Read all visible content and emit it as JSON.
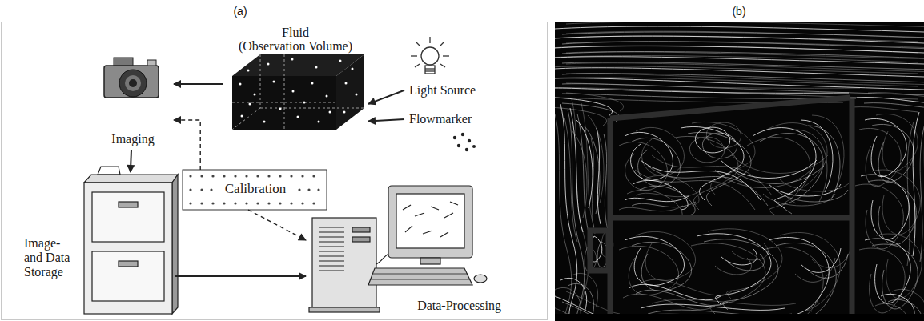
{
  "diagram": {
    "nodes": [
      {
        "text": [
          "Fluid",
          "(Observation Volume)"
        ]
      },
      {
        "text": [
          "Light Source"
        ]
      },
      {
        "text": [
          "Flowmarker"
        ]
      },
      {
        "text": [
          "Imaging"
        ]
      },
      {
        "text": [
          "Calibration"
        ]
      },
      {
        "text": [
          "Image- and Data Storage"
        ]
      },
      {
        "text": [
          "Data-Processing"
        ]
      }
    ],
    "edges": [
      {
        "from": 0,
        "to": 3,
        "arrow": "to"
      },
      {
        "from": 3,
        "to": 5,
        "arrow": "to"
      },
      {
        "from": 5,
        "to": 6,
        "arrow": "to"
      },
      {
        "from": 4,
        "to": 3,
        "arrow": "to"
      },
      {
        "from": 4,
        "to": 6,
        "arrow": "to"
      },
      {
        "from": 1,
        "to": 0,
        "arrow": "to"
      },
      {
        "from": 2,
        "to": 0,
        "arrow": "to"
      }
    ],
    "labels": [
      "(a)",
      "(b)"
    ]
  }
}
